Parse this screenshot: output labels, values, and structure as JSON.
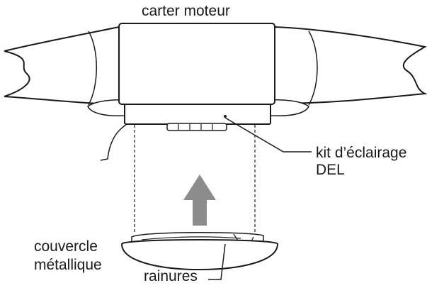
{
  "labels": {
    "carter": "carter moteur",
    "kit_line1": "kit d’éclairage",
    "kit_line2": "DEL",
    "couvercle_line1": "couvercle",
    "couvercle_line2": "métallique",
    "rainures": "rainures"
  },
  "colors": {
    "stroke": "#1a1a1a",
    "arrow": "#8c8c8c",
    "fill": "#ffffff"
  },
  "icons": {
    "arrow": "up-arrow"
  }
}
